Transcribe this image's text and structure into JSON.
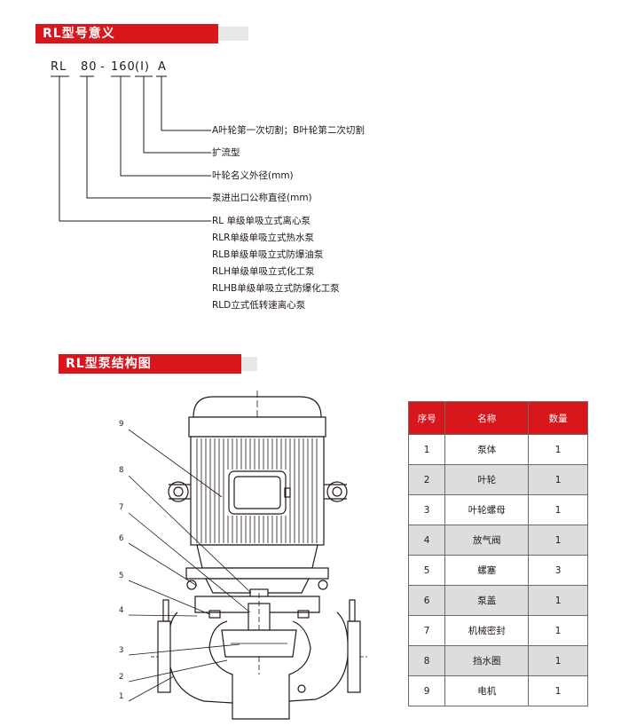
{
  "section1": {
    "title": "RL型号意义"
  },
  "model": {
    "parts": [
      "RL",
      "80",
      "-",
      "160",
      "(I)",
      "A"
    ],
    "descriptions": [
      "A叶轮第一次切割；B叶轮第二次切割",
      "扩流型",
      "叶轮名义外径(mm)",
      "泵进出口公称直径(mm)"
    ],
    "series": [
      "RL 单级单吸立式离心泵",
      "RLR单级单吸立式热水泵",
      "RLB单级单吸立式防爆油泵",
      "RLH单级单吸立式化工泵",
      "RLHB单级单吸立式防爆化工泵",
      "RLD立式低转速离心泵"
    ]
  },
  "section2": {
    "title": "RL型泵结构图"
  },
  "diagram": {
    "callouts": [
      "9",
      "8",
      "7",
      "6",
      "5",
      "4",
      "3",
      "2",
      "1"
    ]
  },
  "table": {
    "headers": [
      "序号",
      "名称",
      "数量"
    ],
    "rows": [
      [
        "1",
        "泵体",
        "1"
      ],
      [
        "2",
        "叶轮",
        "1"
      ],
      [
        "3",
        "叶轮螺母",
        "1"
      ],
      [
        "4",
        "放气阀",
        "1"
      ],
      [
        "5",
        "螺塞",
        "3"
      ],
      [
        "6",
        "泵盖",
        "1"
      ],
      [
        "7",
        "机械密封",
        "1"
      ],
      [
        "8",
        "挡水圈",
        "1"
      ],
      [
        "9",
        "电机",
        "1"
      ]
    ]
  },
  "colors": {
    "accent": "#d9161c",
    "alt_row": "#dcdddd",
    "line": "#231815"
  }
}
